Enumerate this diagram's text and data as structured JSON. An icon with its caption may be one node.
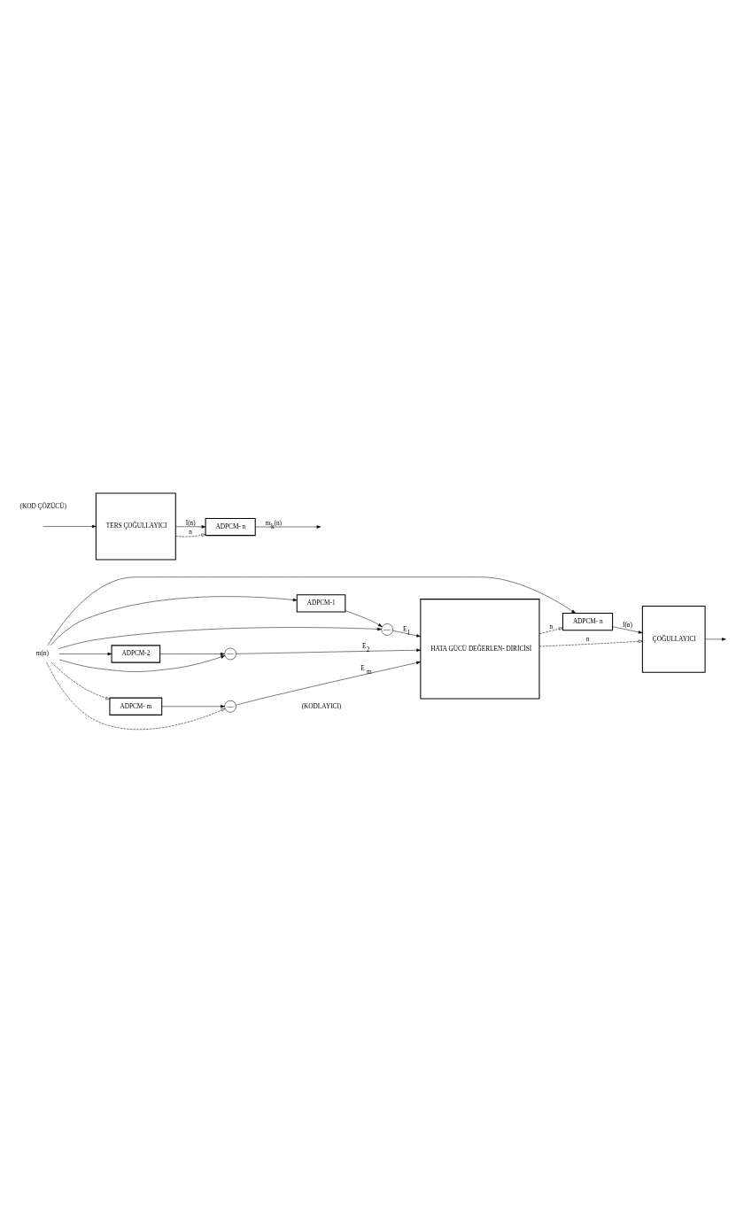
{
  "diagram": {
    "nodes": [
      {
        "text": [
          "m(n)"
        ]
      },
      {
        "text": [
          "ADPCM- n"
        ]
      },
      {
        "text": [
          "ÇOĞULLAYICI"
        ]
      },
      {
        "text": [
          "ADPCM-1"
        ]
      },
      {
        "text": [
          "—"
        ]
      },
      {
        "text": [
          "HATA GÜCÜ DEĞERLEN- DİRİCİSİ"
        ]
      },
      {
        "text": [
          "ADPCM-2"
        ]
      },
      {
        "text": [
          "—"
        ]
      },
      {
        "text": [
          "ADPCM- m"
        ]
      },
      {
        "text": [
          "—"
        ]
      },
      {
        "text": [
          "ADPCM- n"
        ]
      },
      {
        "text": [
          "TERS ÇOĞULLAYICI"
        ]
      }
    ],
    "edges": [
      {
        "from": 0,
        "to": 1,
        "arrow": "to"
      },
      {
        "from": 0,
        "to": 3,
        "arrow": "to"
      },
      {
        "from": 0,
        "to": 4,
        "arrow": "to"
      },
      {
        "from": 0,
        "to": 6,
        "arrow": "to"
      },
      {
        "from": 0,
        "to": 7,
        "arrow": "to"
      },
      {
        "from": 0,
        "to": 8,
        "arrow": "to",
        "style": "dashed"
      },
      {
        "from": 0,
        "to": 9,
        "arrow": "to",
        "style": "dashed"
      },
      {
        "from": 3,
        "to": 4,
        "arrow": "to"
      },
      {
        "from": 4,
        "to": 5,
        "arrow": "to",
        "label": "E$_{1}$"
      },
      {
        "from": 6,
        "to": 7,
        "arrow": "to"
      },
      {
        "from": 7,
        "to": 5,
        "arrow": "to",
        "label": "E$_{2}$"
      },
      {
        "from": 8,
        "to": 9,
        "arrow": "to"
      },
      {
        "from": 9,
        "to": 5,
        "arrow": "to",
        "label": "E $_{m}$"
      },
      {
        "from": 5,
        "to": 1,
        "arrow": "to",
        "style": "dashed",
        "label": "n"
      },
      {
        "from": 5,
        "to": 2,
        "arrow": "to",
        "style": "dashed",
        "label": "n"
      },
      {
        "from": 1,
        "to": 2,
        "arrow": "to",
        "label": "I(n)"
      },
      {
        "from": 2,
        "to": null,
        "arrow": "to"
      },
      {
        "from": null,
        "to": 11,
        "arrow": "to"
      },
      {
        "from": 11,
        "to": 10,
        "arrow": "to",
        "label": "I(n)"
      },
      {
        "from": 11,
        "to": 10,
        "arrow": "to",
        "style": "dashed",
        "label": "n"
      },
      {
        "from": 10,
        "to": null,
        "arrow": "to",
        "label": "m$_{k}$(n)"
      }
    ],
    "labels": [
      "(KODLAYICI)",
      "(KOD ÇÖZÜCÜ)"
    ]
  }
}
